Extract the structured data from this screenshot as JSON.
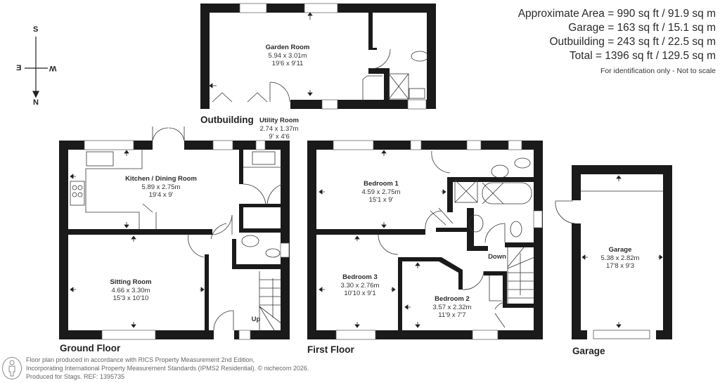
{
  "areas": {
    "approximate": "Approximate Area = 990 sq ft / 91.9 sq m",
    "garage": "Garage = 163 sq ft / 15.1 sq m",
    "outbuilding": "Outbuilding = 243 sq ft / 22.5 sq m",
    "total": "Total = 1396 sq ft / 129.5 sq m",
    "note": "For identification only - Not to scale"
  },
  "compass": {
    "top": "S",
    "bottom": "N",
    "left": "E",
    "right": "W",
    "icon": "compass-arrow-icon"
  },
  "floors": {
    "outbuilding": "Outbuilding",
    "ground": "Ground Floor",
    "first": "First Floor",
    "garage": "Garage"
  },
  "rooms": {
    "garden_room": {
      "name": "Garden Room",
      "metric": "5.94 x 3.01m",
      "imperial": "19'6 x 9'11"
    },
    "utility_room": {
      "name": "Utility Room",
      "metric": "2.74 x 1.37m",
      "imperial": "9' x 4'6"
    },
    "kitchen": {
      "name": "Kitchen / Dining Room",
      "metric": "5.89 x 2.75m",
      "imperial": "19'4 x 9'"
    },
    "sitting_room": {
      "name": "Sitting Room",
      "metric": "4.66 x 3.30m",
      "imperial": "15'3 x 10'10"
    },
    "bedroom1": {
      "name": "Bedroom 1",
      "metric": "4.59 x 2.75m",
      "imperial": "15'1 x 9'"
    },
    "bedroom2": {
      "name": "Bedroom 2",
      "metric": "3.57 x 2.32m",
      "imperial": "11'9 x 7'7"
    },
    "bedroom3": {
      "name": "Bedroom 3",
      "metric": "3.30 x 2.76m",
      "imperial": "10'10 x 9'1"
    },
    "garage": {
      "name": "Garage",
      "metric": "5.38 x 2.82m",
      "imperial": "17'8 x 9'3"
    }
  },
  "stairs": {
    "up": "Up",
    "down": "Down"
  },
  "footer": {
    "line1": "Floor plan produced in accordance with RICS Property Measurement 2nd Edition,",
    "line2": "Incorporating International Property Measurement Standards (IPMS2 Residential).   © nichecom 2026.",
    "line3": "Produced for Stags.   REF: 1395735",
    "icon": "person-outline-icon"
  },
  "colors": {
    "wall": "#1a1a1a",
    "line": "#333333",
    "text": "#2a2a2a",
    "background": "#ffffff"
  }
}
